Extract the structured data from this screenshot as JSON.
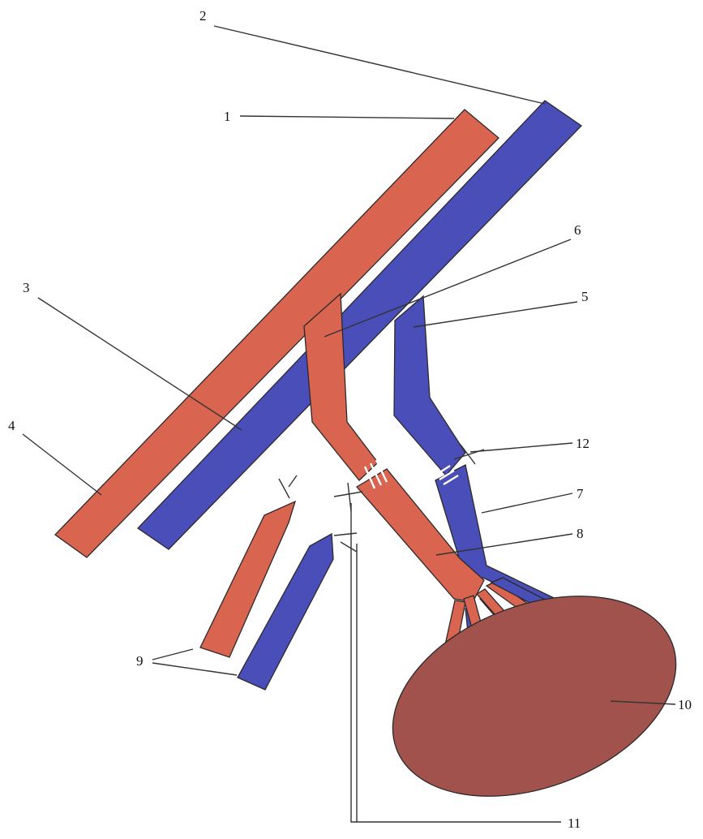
{
  "colors": {
    "artery": "#d9644f",
    "vein": "#4a4eb8",
    "organ": "#a1524c",
    "outline": "#2a2a2a",
    "leader": "#333333"
  },
  "labels": {
    "l1": "1",
    "l2": "2",
    "l3": "3",
    "l4": "4",
    "l5": "5",
    "l6": "6",
    "l7": "7",
    "l8": "8",
    "l9": "9",
    "l10": "10",
    "l11": "11",
    "l12": "12"
  }
}
